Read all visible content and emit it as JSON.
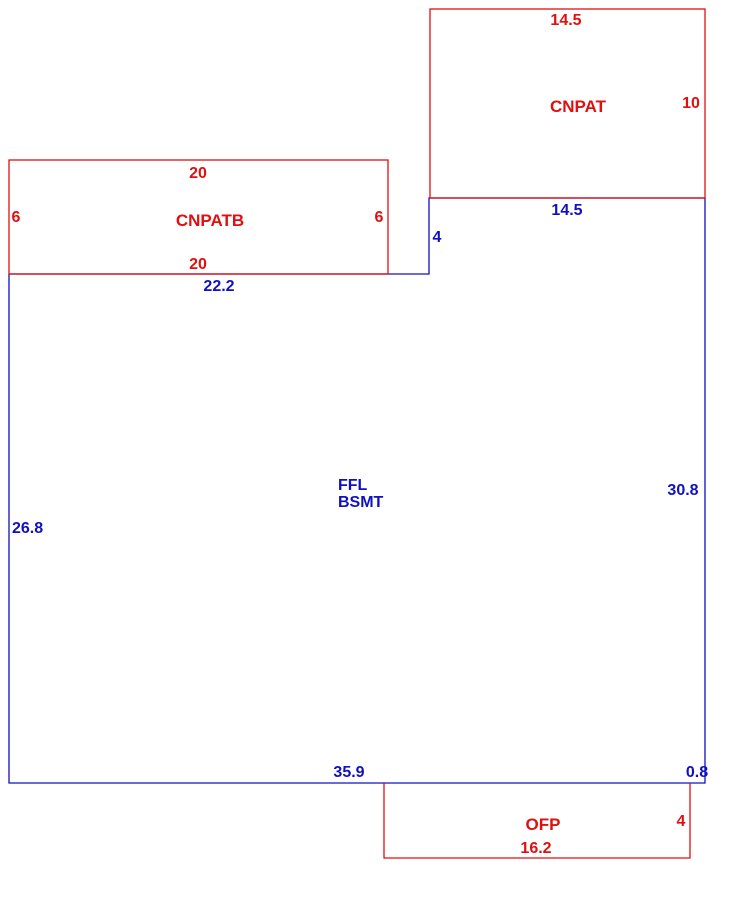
{
  "colors": {
    "addition": "#e01010",
    "main": "#1010c0"
  },
  "main_area": {
    "labels": [
      "FFL",
      "BSMT"
    ],
    "dims": {
      "top_left": "22.2",
      "step": "4",
      "top_right": "14.5",
      "right": "30.8",
      "left": "26.8",
      "bottom": "35.9",
      "bottom_right": "0.8"
    }
  },
  "cnpat": {
    "name": "CNPAT",
    "top": "14.5",
    "right": "10"
  },
  "cnpatb": {
    "name": "CNPATB",
    "top": "20",
    "bottom": "20",
    "left": "6",
    "right": "6"
  },
  "ofp": {
    "name": "OFP",
    "bottom": "16.2",
    "right": "4"
  }
}
